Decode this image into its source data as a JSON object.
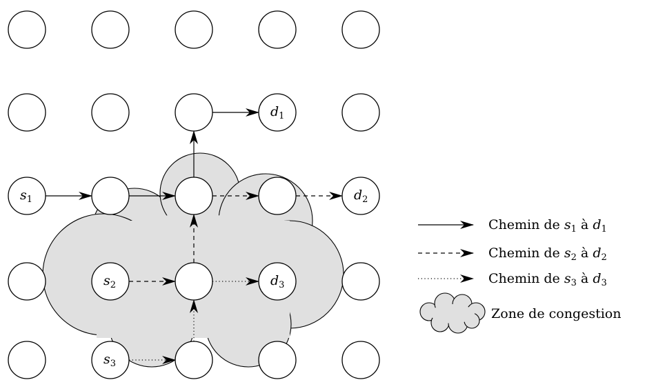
{
  "grid": {
    "rows": 5,
    "cols": 5,
    "node_labels": [
      {
        "row": 1,
        "col": 3,
        "base": "d",
        "sub": "1"
      },
      {
        "row": 2,
        "col": 0,
        "base": "s",
        "sub": "1"
      },
      {
        "row": 2,
        "col": 4,
        "base": "d",
        "sub": "2"
      },
      {
        "row": 3,
        "col": 1,
        "base": "s",
        "sub": "2"
      },
      {
        "row": 3,
        "col": 3,
        "base": "d",
        "sub": "3"
      },
      {
        "row": 4,
        "col": 1,
        "base": "s",
        "sub": "3"
      }
    ]
  },
  "paths": [
    {
      "style": "solid",
      "edges": [
        [
          [
            2,
            0
          ],
          [
            2,
            1
          ]
        ],
        [
          [
            2,
            1
          ],
          [
            2,
            2
          ]
        ],
        [
          [
            2,
            2
          ],
          [
            1,
            2
          ]
        ],
        [
          [
            1,
            2
          ],
          [
            1,
            3
          ]
        ]
      ]
    },
    {
      "style": "dashed",
      "edges": [
        [
          [
            3,
            1
          ],
          [
            3,
            2
          ]
        ],
        [
          [
            3,
            2
          ],
          [
            2,
            2
          ]
        ],
        [
          [
            2,
            2
          ],
          [
            2,
            3
          ]
        ],
        [
          [
            2,
            3
          ],
          [
            2,
            4
          ]
        ]
      ]
    },
    {
      "style": "dotted",
      "edges": [
        [
          [
            4,
            1
          ],
          [
            4,
            2
          ]
        ],
        [
          [
            4,
            2
          ],
          [
            3,
            2
          ]
        ],
        [
          [
            3,
            2
          ],
          [
            3,
            3
          ]
        ]
      ]
    }
  ],
  "legend": {
    "items": [
      {
        "style": "solid",
        "prefix": "Chemin de ",
        "s": "s",
        "s_sub": "1",
        "mid": " à ",
        "d": "d",
        "d_sub": "1"
      },
      {
        "style": "dashed",
        "prefix": "Chemin de ",
        "s": "s",
        "s_sub": "2",
        "mid": " à ",
        "d": "d",
        "d_sub": "2"
      },
      {
        "style": "dotted",
        "prefix": "Chemin de ",
        "s": "s",
        "s_sub": "3",
        "mid": " à ",
        "d": "d",
        "d_sub": "3"
      }
    ],
    "zone_label": "Zone de congestion"
  },
  "colors": {
    "cloud_fill": "#e0e0e0",
    "stroke": "#000000",
    "node_fill": "#ffffff"
  }
}
